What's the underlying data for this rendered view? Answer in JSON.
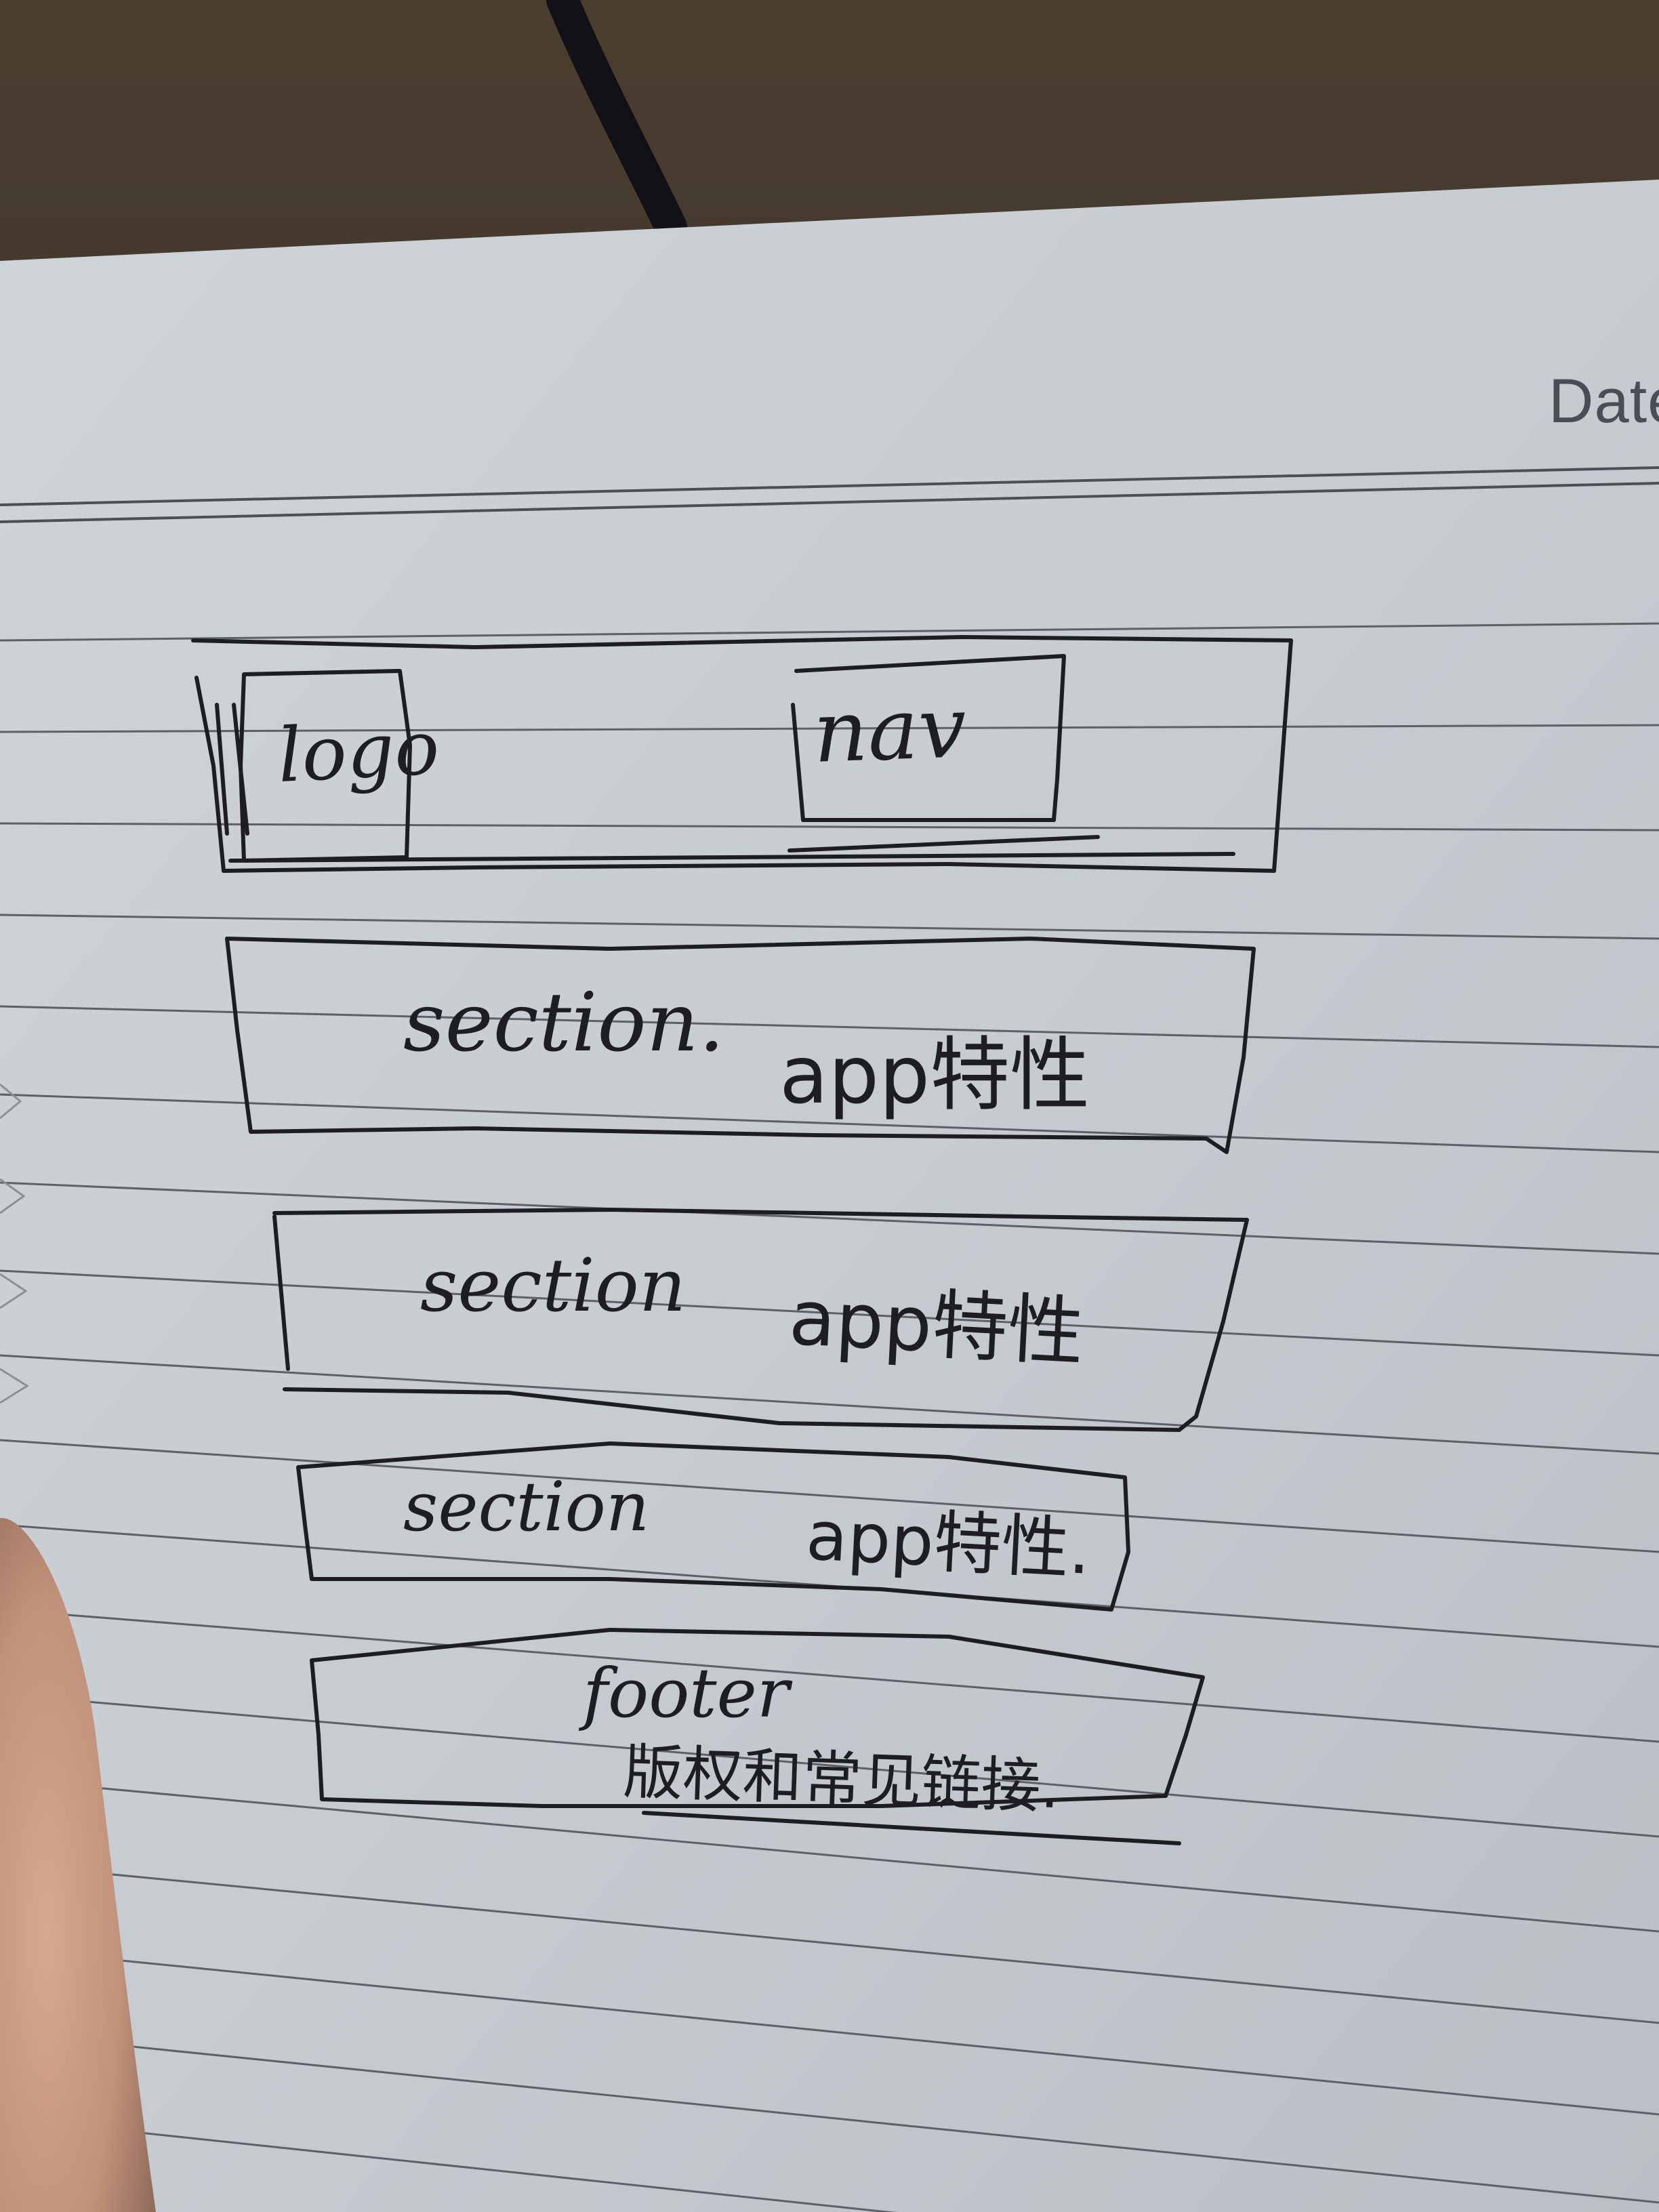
{
  "notebook": {
    "header_label": "Date"
  },
  "sketch": {
    "header": {
      "logo_label": "logo",
      "nav_label": "nav"
    },
    "sections": [
      {
        "label": "section.",
        "note": "app特性"
      },
      {
        "label": "section",
        "note": "app特性"
      },
      {
        "label": "section",
        "note": "app特性."
      }
    ],
    "footer": {
      "label": "footer",
      "note": "版权和常见链接."
    }
  },
  "colors": {
    "paper": "#c9cfd3",
    "ruled_line": "#5d6066",
    "ink": "#1e1d22",
    "background": "#3b3128",
    "cable": "#121115",
    "finger": "#c79a84"
  }
}
